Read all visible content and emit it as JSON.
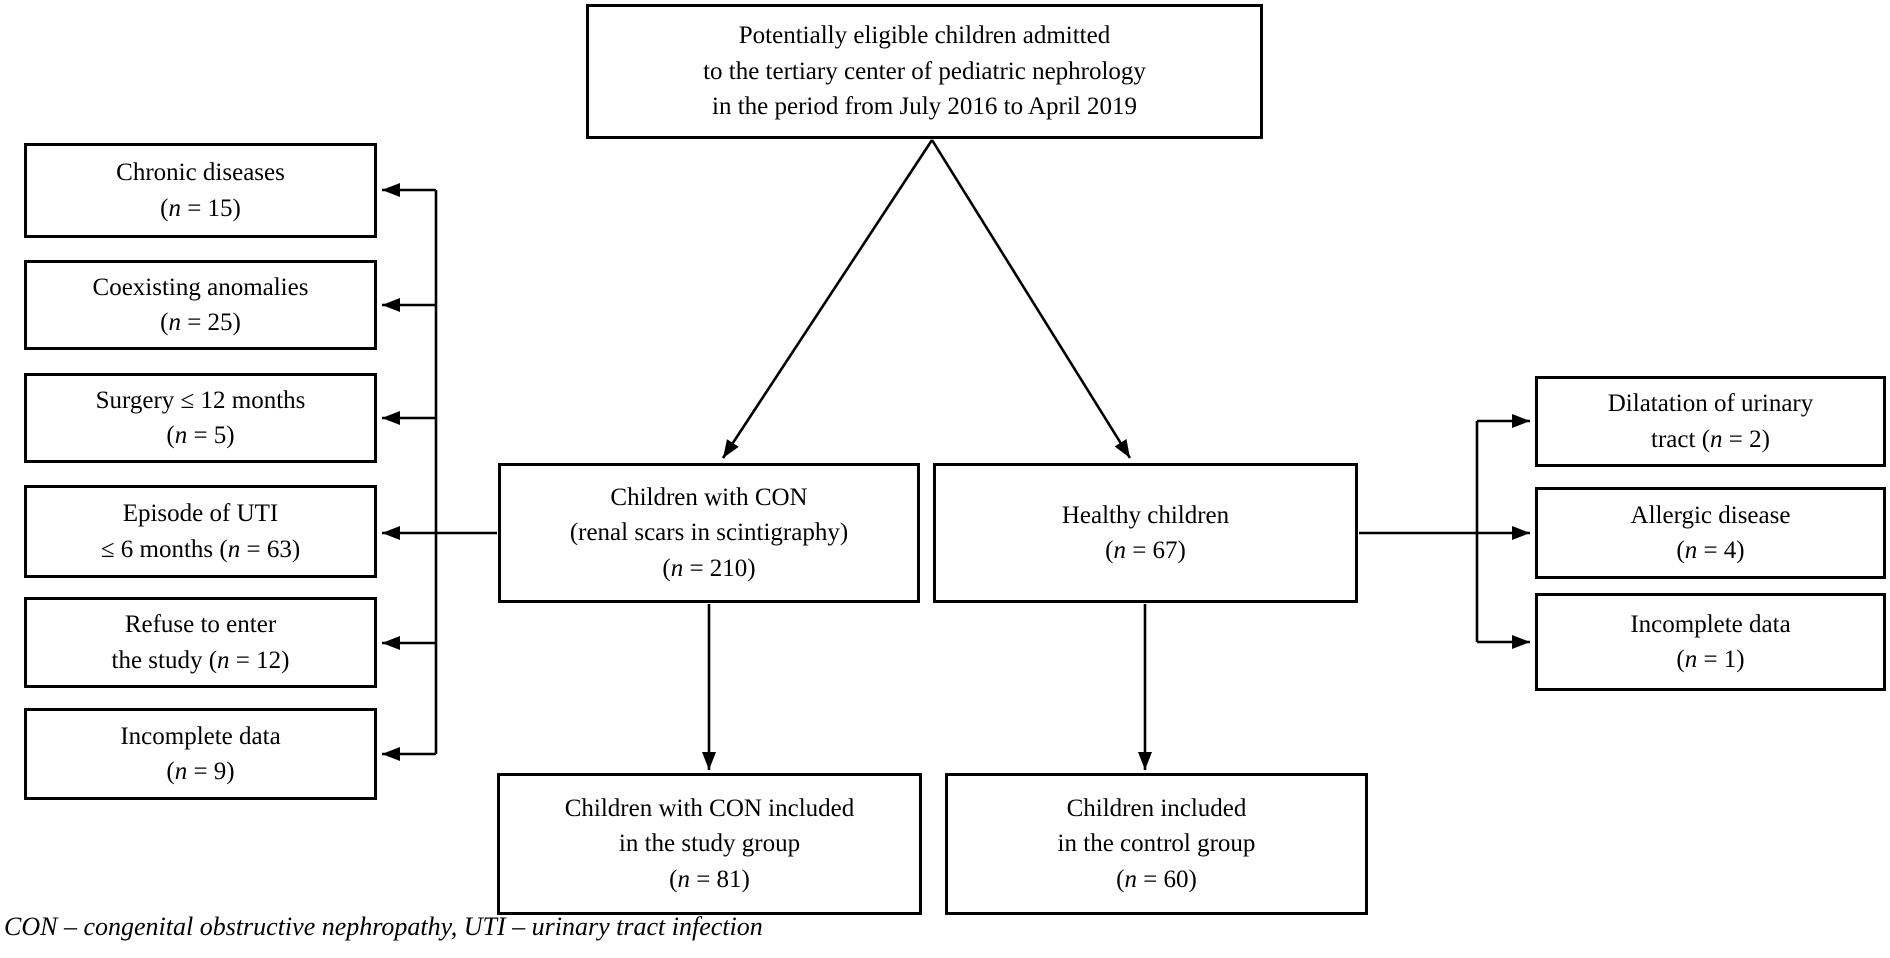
{
  "figure": {
    "type": "flow-diagram",
    "footnote": "CON – congenital obstructive nephropathy, UTI – urinary tract infection"
  },
  "boxes": {
    "top": {
      "lines": [
        "Potentially eligible children admitted",
        "to the tertiary center of pediatric nephrology",
        "in the period from July 2016 to April 2019"
      ]
    },
    "con_group": {
      "lines": [
        "Children with CON",
        "(renal scars in scintigraphy)",
        "(n = 210)"
      ],
      "n": 210
    },
    "healthy_group": {
      "lines": [
        "Healthy children",
        "(n = 67)"
      ],
      "n": 67
    },
    "study_group": {
      "lines": [
        "Children with CON included",
        "in the study group",
        "(n = 81)"
      ],
      "n": 81
    },
    "control_group": {
      "lines": [
        "Children included",
        "in the control group",
        "(n = 60)"
      ],
      "n": 60
    },
    "left_exclusions": [
      {
        "lines": [
          "Chronic diseases",
          "(n = 15)"
        ],
        "n": 15
      },
      {
        "lines": [
          "Coexisting anomalies",
          "(n = 25)"
        ],
        "n": 25
      },
      {
        "lines": [
          "Surgery ≤ 12 months",
          "(n = 5)"
        ],
        "n": 5
      },
      {
        "lines": [
          "Episode of UTI",
          "≤ 6 months (n = 63)"
        ],
        "n": 63
      },
      {
        "lines": [
          "Refuse to enter",
          "the study (n = 12)"
        ],
        "n": 12
      },
      {
        "lines": [
          "Incomplete data",
          "(n = 9)"
        ],
        "n": 9
      }
    ],
    "right_exclusions": [
      {
        "lines": [
          "Dilatation of urinary",
          "tract (n = 2)"
        ],
        "n": 2
      },
      {
        "lines": [
          "Allergic disease",
          "(n = 4)"
        ],
        "n": 4
      },
      {
        "lines": [
          "Incomplete data",
          "(n = 1)"
        ],
        "n": 1
      }
    ]
  }
}
